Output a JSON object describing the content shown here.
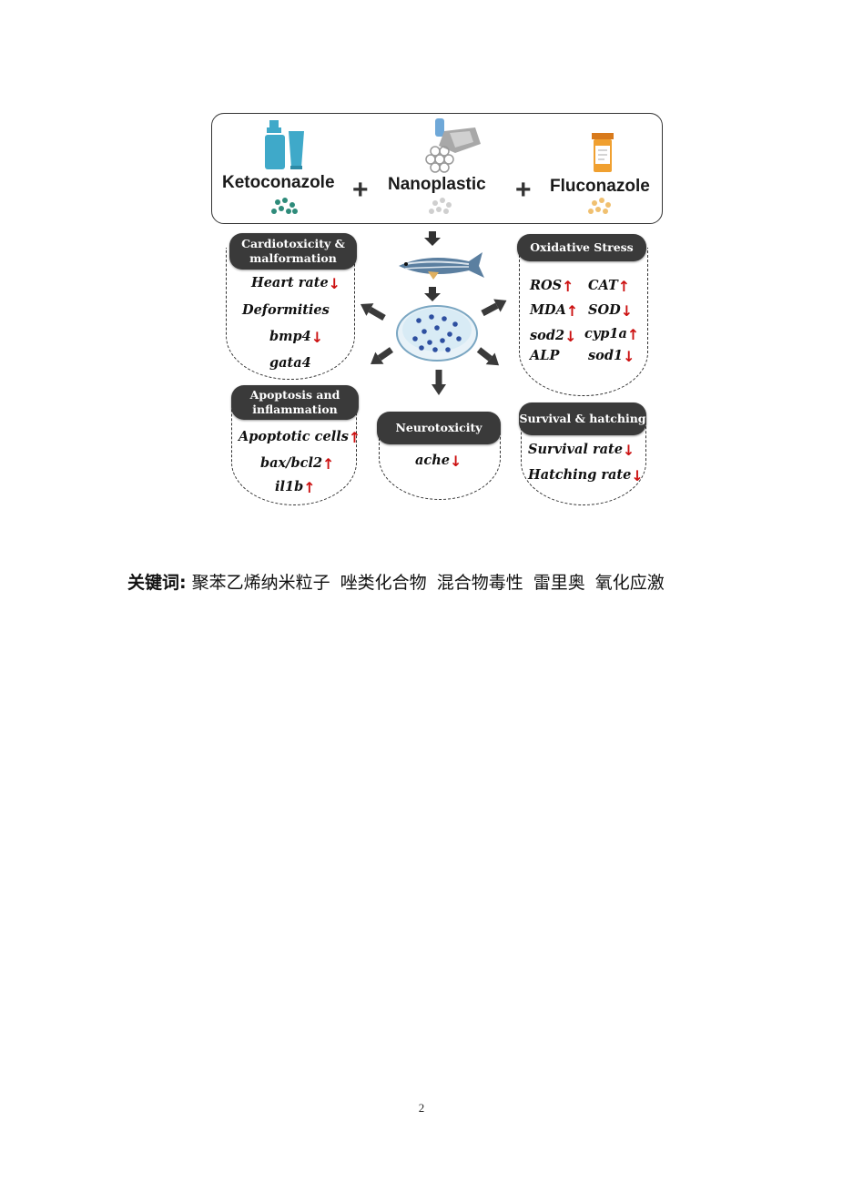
{
  "figure": {
    "drugs": [
      {
        "name": "Ketoconazole",
        "icon": "cream-bottle-icon",
        "color": "#3fa9c9"
      },
      {
        "name": "Nanoplastic",
        "icon": "plastic-waste-icon",
        "color": "#9a9a9a"
      },
      {
        "name": "Fluconazole",
        "icon": "pill-bottle-icon",
        "color": "#f0a030"
      }
    ],
    "center": {
      "fish_icon": "zebrafish-icon",
      "dish_icon": "petri-dish-icon"
    },
    "panels": {
      "cardio": {
        "title": "Cardiotoxicity & malformation",
        "items": [
          {
            "label": "Heart rate",
            "arrow": "↓"
          },
          {
            "label": "Deformities",
            "arrow": ""
          },
          {
            "label": "bmp4",
            "arrow": "↓"
          },
          {
            "label": "gata4",
            "arrow": ""
          }
        ]
      },
      "oxidative": {
        "title": "Oxidative Stress",
        "items": [
          {
            "label": "ROS",
            "arrow": "↑"
          },
          {
            "label": "CAT",
            "arrow": "↑"
          },
          {
            "label": "MDA",
            "arrow": "↑"
          },
          {
            "label": "SOD",
            "arrow": "↓"
          },
          {
            "label": "sod2",
            "arrow": "↓"
          },
          {
            "label": "cyp1a",
            "arrow": "↑"
          },
          {
            "label": "ALP",
            "arrow": ""
          },
          {
            "label": "sod1",
            "arrow": "↓"
          }
        ]
      },
      "apoptosis": {
        "title": "Apoptosis and inflammation",
        "items": [
          {
            "label": "Apoptotic cells",
            "arrow": "↑"
          },
          {
            "label": "bax/bcl2",
            "arrow": "↑"
          },
          {
            "label": "il1b",
            "arrow": "↑"
          }
        ]
      },
      "neuro": {
        "title": "Neurotoxicity",
        "items": [
          {
            "label": "ache",
            "arrow": "↓"
          }
        ]
      },
      "survival": {
        "title": "Survival & hatching",
        "items": [
          {
            "label": "Survival rate",
            "arrow": "↓"
          },
          {
            "label": "Hatching rate",
            "arrow": "↓"
          }
        ]
      }
    }
  },
  "keywords": {
    "label": "关键词:",
    "terms": [
      "聚苯乙烯纳米粒子",
      "唑类化合物",
      "混合物毒性",
      "雷里奥",
      "氧化应激"
    ]
  },
  "page_number": "2"
}
